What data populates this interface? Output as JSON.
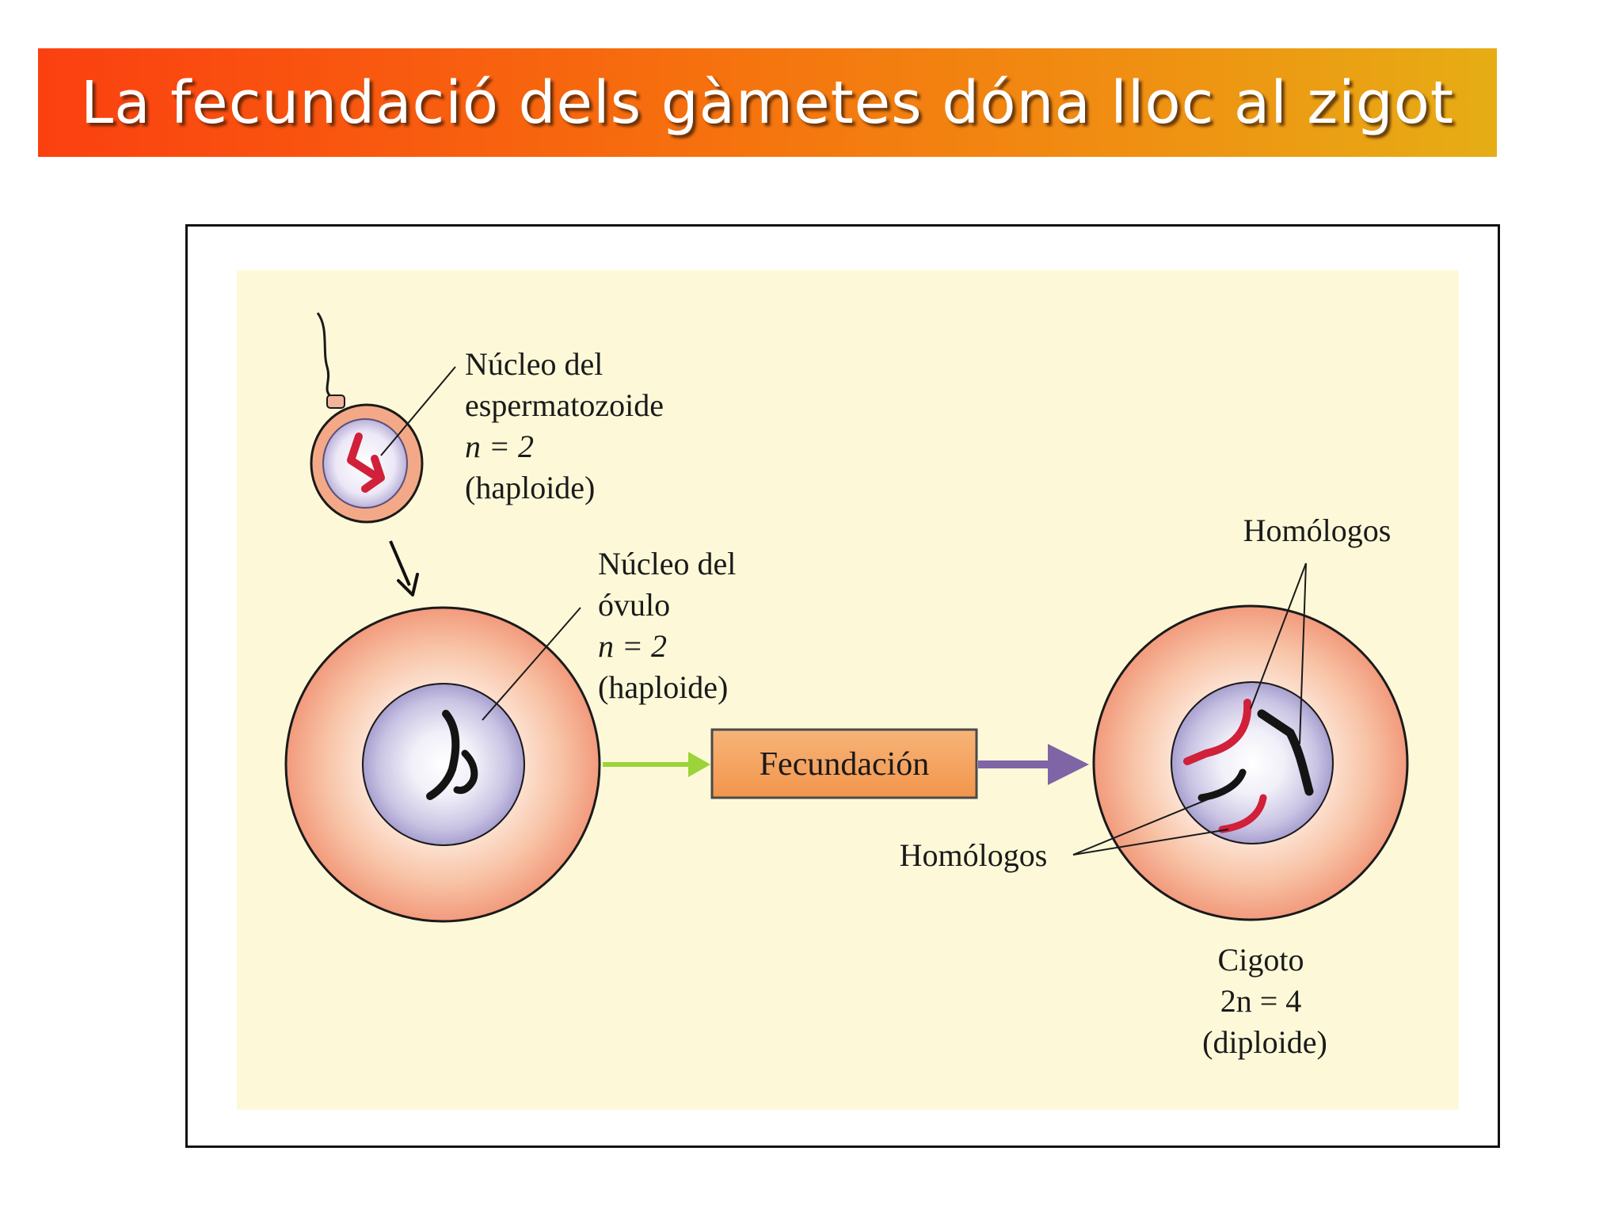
{
  "slide": {
    "title": "La fecundació dels gàmetes dóna lloc al zigot"
  },
  "figure": {
    "sperm_label": [
      "Núcleo del",
      "espermatozoide",
      "n = 2",
      "(haploide)"
    ],
    "egg_label": [
      "Núcleo del",
      "óvulo",
      "n = 2",
      "(haploide)"
    ],
    "process_label": "Fecundación",
    "homologs_top": "Homólogos",
    "homologs_bottom": "Homólogos",
    "zygote_label": [
      "Cigoto",
      "2n = 4",
      "(diploide)"
    ],
    "colors": {
      "panel_bg": "#fdf9d8",
      "cytoplasm_outer": "#f4a88a",
      "nucleus": "#b8b2d8",
      "chromosome_paternal": "#d0203a",
      "chromosome_maternal": "#141414",
      "arrow_green": "#9bd43a",
      "arrow_purple": "#7f64a6",
      "process_box": "#f6a35e"
    }
  }
}
